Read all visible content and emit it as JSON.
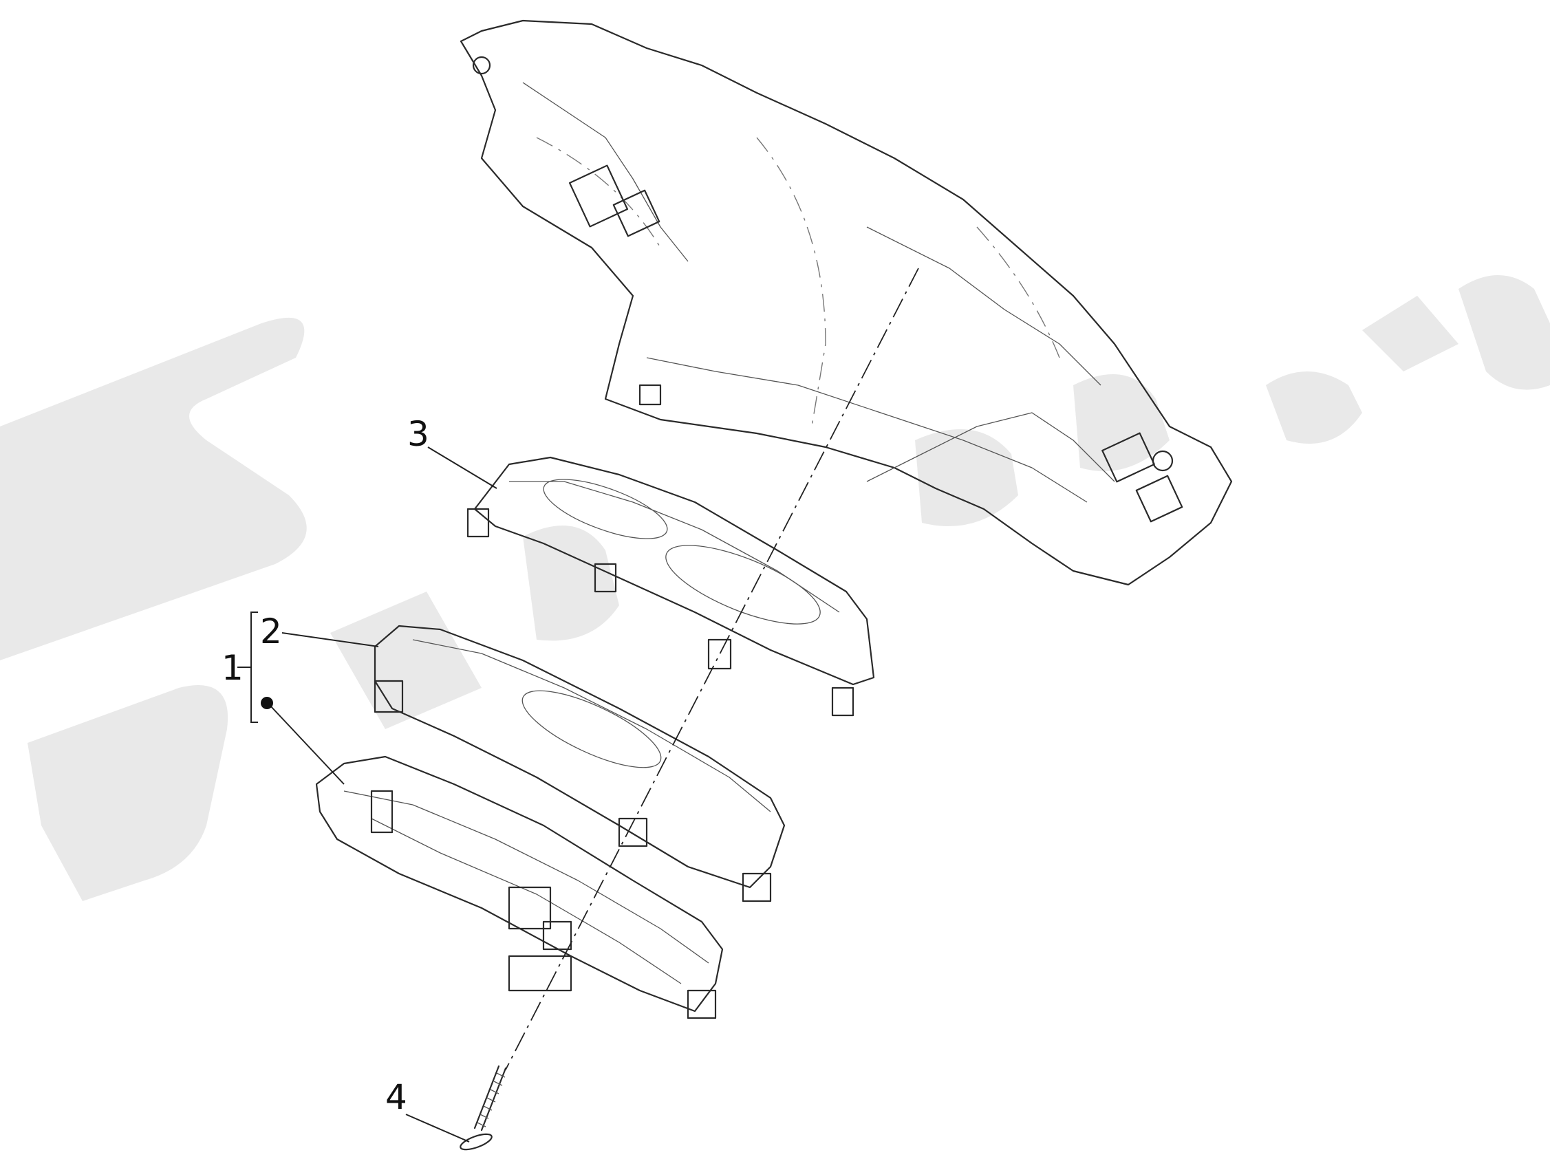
{
  "diagram": {
    "type": "exploded-parts-diagram",
    "callouts": [
      {
        "id": "1",
        "label": "1"
      },
      {
        "id": "2",
        "label": "2"
      },
      {
        "id": "3",
        "label": "3"
      },
      {
        "id": "4",
        "label": "4"
      }
    ]
  },
  "watermark": {
    "text": "PARTS.COM"
  }
}
